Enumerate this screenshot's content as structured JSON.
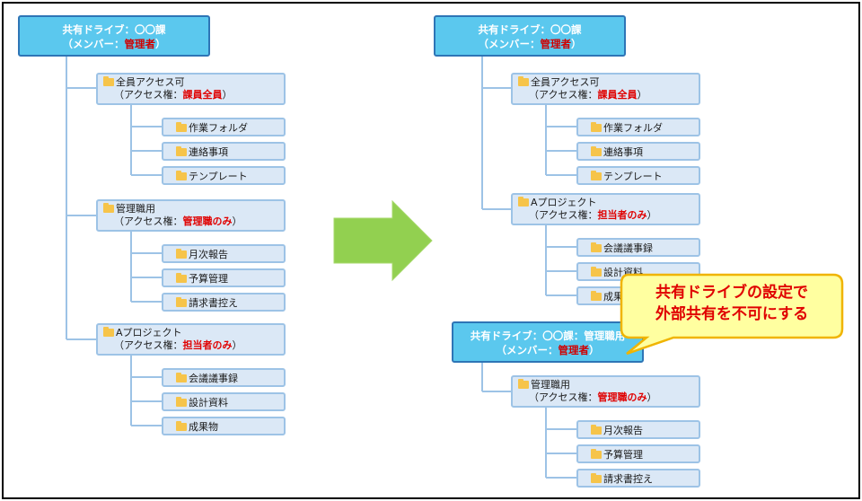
{
  "left": {
    "root": {
      "line1": "共有ドライブ：〇〇課",
      "line2_prefix": "（メンバー：",
      "line2_red": "管理者",
      "line2_suffix": "）"
    },
    "group1": {
      "name": "全員アクセス可",
      "perm_prefix": "（アクセス権：",
      "perm_red": "課員全員",
      "perm_suffix": "）",
      "children": [
        "作業フォルダ",
        "連絡事項",
        "テンプレート"
      ]
    },
    "group2": {
      "name": "管理職用",
      "perm_prefix": "（アクセス権：",
      "perm_red": "管理職のみ",
      "perm_suffix": "）",
      "children": [
        "月次報告",
        "予算管理",
        "請求書控え"
      ]
    },
    "group3": {
      "name": "Aプロジェクト",
      "perm_prefix": "（アクセス権：",
      "perm_red": "担当者のみ",
      "perm_suffix": "）",
      "children": [
        "会議議事録",
        "設計資料",
        "成果物"
      ]
    }
  },
  "right": {
    "root": {
      "line1": "共有ドライブ：〇〇課",
      "line2_prefix": "（メンバー：",
      "line2_red": "管理者",
      "line2_suffix": "）"
    },
    "group1": {
      "name": "全員アクセス可",
      "perm_prefix": "（アクセス権：",
      "perm_red": "課員全員",
      "perm_suffix": "）",
      "children": [
        "作業フォルダ",
        "連絡事項",
        "テンプレート"
      ]
    },
    "group2": {
      "name": "Aプロジェクト",
      "perm_prefix": "（アクセス権：",
      "perm_red": "担当者のみ",
      "perm_suffix": "）",
      "children": [
        "会議議事録",
        "設計資料",
        "成果物"
      ]
    },
    "root2": {
      "line1": "共有ドライブ：〇〇課：管理職用",
      "line2_prefix": "（メンバー：",
      "line2_red": "管理者",
      "line2_suffix": "）"
    },
    "group3": {
      "name": "管理職用",
      "perm_prefix": "（アクセス権：",
      "perm_red": "管理職のみ",
      "perm_suffix": "）",
      "children": [
        "月次報告",
        "予算管理",
        "請求書控え"
      ]
    }
  },
  "callout": {
    "line1": "共有ドライブの設定で",
    "line2": "外部共有を不可にする"
  },
  "colors": {
    "root_fill": "#5bc8ee",
    "root_border": "#2e75b6",
    "box_fill": "#dbe8f6",
    "box_border": "#9dc3e6",
    "arrow": "#92d050",
    "callout_fill": "#ffffa0",
    "callout_border": "#f0b400",
    "emphasis": "#e00000"
  }
}
